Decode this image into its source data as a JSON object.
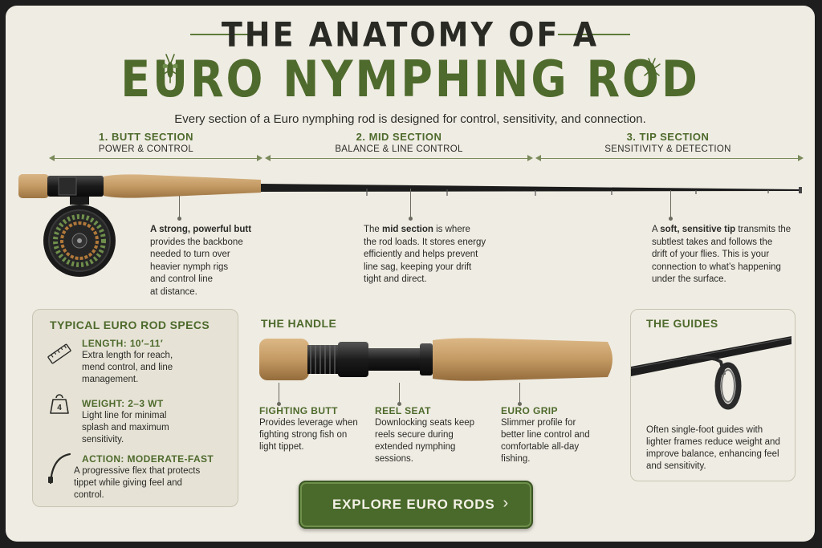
{
  "title": {
    "line1": "THE ANATOMY OF A",
    "line2": "EURO NYMPHING ROD",
    "subtitle": "Every section of a Euro nymphing rod is designed for control, sensitivity, and connection."
  },
  "sections": [
    {
      "title": "1. BUTT SECTION",
      "subtitle": "POWER & CONTROL",
      "desc_bold": "A strong, powerful butt",
      "desc_lines": [
        "provides the backbone",
        "needed to turn over",
        "heavier nymph rigs",
        "and control line",
        "at distance."
      ]
    },
    {
      "title": "2. MID SECTION",
      "subtitle": "BALANCE & LINE CONTROL",
      "desc_pre": "The ",
      "desc_bold": "mid section",
      "desc_post": " is where",
      "desc_lines": [
        "the rod loads. It stores energy",
        "efficiently and helps prevent",
        "line sag, keeping your drift",
        "tight and direct."
      ]
    },
    {
      "title": "3. TIP SECTION",
      "subtitle": "SENSITIVITY & DETECTION",
      "desc_pre": "A ",
      "desc_bold": "soft, sensitive tip",
      "desc_post": " transmits the",
      "desc_lines": [
        "subtlest takes and follows the",
        "drift of your flies. This is your",
        "connection to what’s happening",
        "under the surface."
      ]
    }
  ],
  "specs": {
    "heading": "TYPICAL EURO ROD SPECS",
    "items": [
      {
        "label": "LENGTH: 10′–11′",
        "icon": "ruler-icon",
        "lines": [
          "Extra length for reach,",
          "mend control, and line",
          "management."
        ]
      },
      {
        "label": "WEIGHT: 2–3 WT",
        "icon": "weight-icon",
        "icon_glyph": "4",
        "lines": [
          "Light line for minimal",
          "splash and maximum",
          "sensitivity."
        ]
      },
      {
        "label": "ACTION: MODERATE-FAST",
        "icon": "rod-flex-icon",
        "lines": [
          "A progressive flex that protects",
          "tippet while giving feel and",
          "control."
        ]
      }
    ]
  },
  "handle": {
    "heading": "THE HANDLE",
    "parts": [
      {
        "label": "FIGHTING BUTT",
        "lines": [
          "Provides leverage when",
          "fighting strong fish on",
          "light tippet."
        ]
      },
      {
        "label": "REEL SEAT",
        "lines": [
          "Downlocking seats keep",
          "reels secure during",
          "extended nymphing",
          "sessions."
        ]
      },
      {
        "label": "EURO GRIP",
        "lines": [
          "Slimmer profile for",
          "better line control and",
          "comfortable all-day",
          "fishing."
        ]
      }
    ]
  },
  "guides": {
    "heading": "THE GUIDES",
    "lines": [
      "Often single-foot guides with",
      "lighter frames reduce weight and",
      "improve balance, enhancing feel",
      "and sensitivity."
    ]
  },
  "cta": {
    "label": "EXPLORE EURO RODS",
    "icon": "chevron-right-icon",
    "glyph": "›"
  },
  "colors": {
    "accent": "#4e6a2c",
    "background": "#efece3",
    "cork": "#c49a63",
    "dark": "#1e1e1e"
  }
}
